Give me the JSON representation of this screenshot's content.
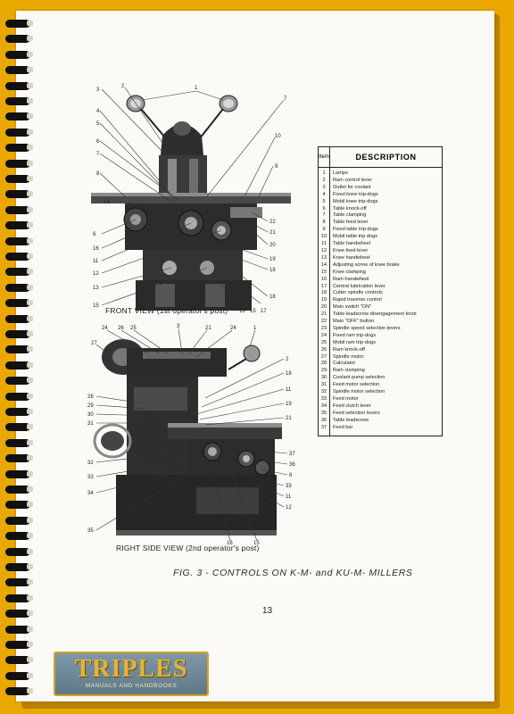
{
  "page": {
    "front_view_label": "FRONT VIEW (1st operator's post)",
    "side_view_label": "RIGHT SIDE VIEW (2nd operator's post)",
    "figure_caption": "FIG. 3 - CONTROLS ON K-M- and KU-M- MILLERS",
    "page_number": "13"
  },
  "table": {
    "col_item": "Item",
    "col_desc": "DESCRIPTION",
    "rows": [
      {
        "n": "1",
        "d": "Lamps"
      },
      {
        "n": "2",
        "d": "Ram control lever"
      },
      {
        "n": "3",
        "d": "Outlet for coolant"
      },
      {
        "n": "4",
        "d": "Fixed knee trip-dogs"
      },
      {
        "n": "5",
        "d": "Mobil knee trip-dogs"
      },
      {
        "n": "6",
        "d": "Table knock-off"
      },
      {
        "n": "7",
        "d": "Table clamping"
      },
      {
        "n": "8",
        "d": "Table feed lever"
      },
      {
        "n": "9",
        "d": "Fixed table trip-dogs"
      },
      {
        "n": "10",
        "d": "Mobil table trip dogs"
      },
      {
        "n": "11",
        "d": "Table handwheel"
      },
      {
        "n": "12",
        "d": "Knee feed lever"
      },
      {
        "n": "13",
        "d": "Knee handwheel"
      },
      {
        "n": "14",
        "d": "Adjusting screw of knee brake"
      },
      {
        "n": "15",
        "d": "Knee clamping"
      },
      {
        "n": "16",
        "d": "Ram handwheel"
      },
      {
        "n": "17",
        "d": "Central lubrication lever"
      },
      {
        "n": "18",
        "d": "Cutter spindle controls"
      },
      {
        "n": "19",
        "d": "Rapid traverse control"
      },
      {
        "n": "20",
        "d": "Main switch \"ON\""
      },
      {
        "n": "21",
        "d": "Table leadscrew disengagement knob"
      },
      {
        "n": "22",
        "d": "Main \"OFF\" button"
      },
      {
        "n": "23",
        "d": "Spindle speed selection levers"
      },
      {
        "n": "24",
        "d": "Fixed ram trip-dogs"
      },
      {
        "n": "25",
        "d": "Mobil ram trip-dogs"
      },
      {
        "n": "26",
        "d": "Ram knock-off"
      },
      {
        "n": "27",
        "d": "Spindle motor"
      },
      {
        "n": "28",
        "d": "Calculator"
      },
      {
        "n": "29",
        "d": "Ram clamping"
      },
      {
        "n": "30",
        "d": "Coolant pump selection"
      },
      {
        "n": "31",
        "d": "Feed motor selection"
      },
      {
        "n": "32",
        "d": "Spindle motor selection"
      },
      {
        "n": "33",
        "d": "Feed motor"
      },
      {
        "n": "34",
        "d": "Feed clutch lever"
      },
      {
        "n": "35",
        "d": "Feed selection levers"
      },
      {
        "n": "36",
        "d": "Table leadscrew"
      },
      {
        "n": "37",
        "d": "Feed bar"
      }
    ]
  },
  "logo": {
    "main": "TRIPLES",
    "sub": "MANUALS AND HANDBOOKS"
  },
  "front_callouts": {
    "c1": "1",
    "c2": "2",
    "c3": "3",
    "c4": "4",
    "c5": "5",
    "c6": "6",
    "c7": "7",
    "c8": "8",
    "c9": "9",
    "c10": "10",
    "c11": "11",
    "c12": "12",
    "c13": "13",
    "c14": "14",
    "c15": "15",
    "c16": "16",
    "c17": "17",
    "c18": "18",
    "c19": "19",
    "c20": "20",
    "c21": "21",
    "c22": "22",
    "c6b": "6",
    "c16b": "16",
    "c15b": "15"
  },
  "side_callouts": {
    "s24": "24",
    "s26": "26",
    "s25": "25",
    "s3": "3",
    "s21": "21",
    "s24b": "24",
    "s1": "1",
    "s27": "27",
    "s2": "2",
    "s18": "18",
    "s11": "11",
    "s19": "19",
    "s21b": "21",
    "s28": "28",
    "s29": "29",
    "s30": "30",
    "s31": "31",
    "s37": "37",
    "s36": "36",
    "s8": "8",
    "s33": "33",
    "s32": "32",
    "s34": "34",
    "s11b": "11",
    "s12": "12",
    "s35": "35",
    "s16": "16",
    "s15": "15"
  }
}
